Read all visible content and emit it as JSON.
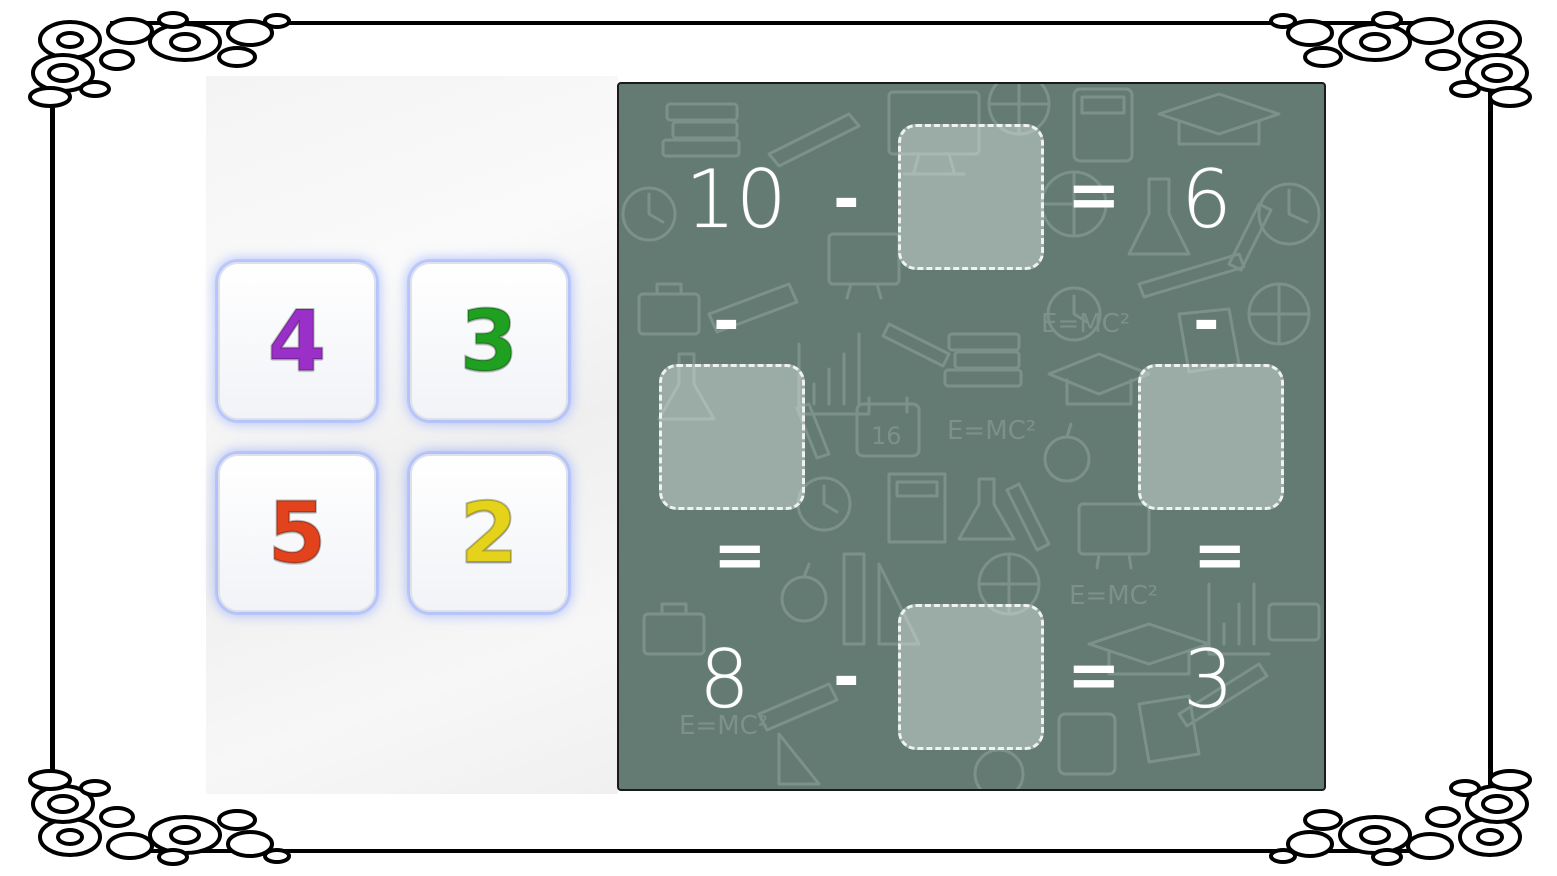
{
  "number_tiles": [
    {
      "value": "4",
      "color": "#9b30c8"
    },
    {
      "value": "3",
      "color": "#1fa021"
    },
    {
      "value": "5",
      "color": "#e2421c"
    },
    {
      "value": "2",
      "color": "#e4d31a"
    }
  ],
  "puzzle": {
    "top_row": {
      "left": "10",
      "operator": "-",
      "equals": "=",
      "result": "6"
    },
    "left_column": {
      "operator": "-",
      "equals": "="
    },
    "right_column": {
      "operator": "-",
      "equals": "="
    },
    "bottom_row": {
      "left": "8",
      "operator": "-",
      "equals": "=",
      "result": "3"
    }
  },
  "colors": {
    "board": "#637b73",
    "doodle": "#7c918a",
    "slot_border": "#eef2f0",
    "frame": "#000000"
  },
  "icons": [
    "briefcase-icon",
    "calculator-icon",
    "book-stack-icon",
    "calendar-icon",
    "flask-icon",
    "clock-icon",
    "apple-icon",
    "ruler-icon",
    "basketball-icon",
    "graduation-cap-icon",
    "pencil-icon",
    "monitor-icon",
    "bar-chart-icon",
    "formula-text"
  ],
  "doodle_text": [
    "E=MC²",
    "16"
  ]
}
